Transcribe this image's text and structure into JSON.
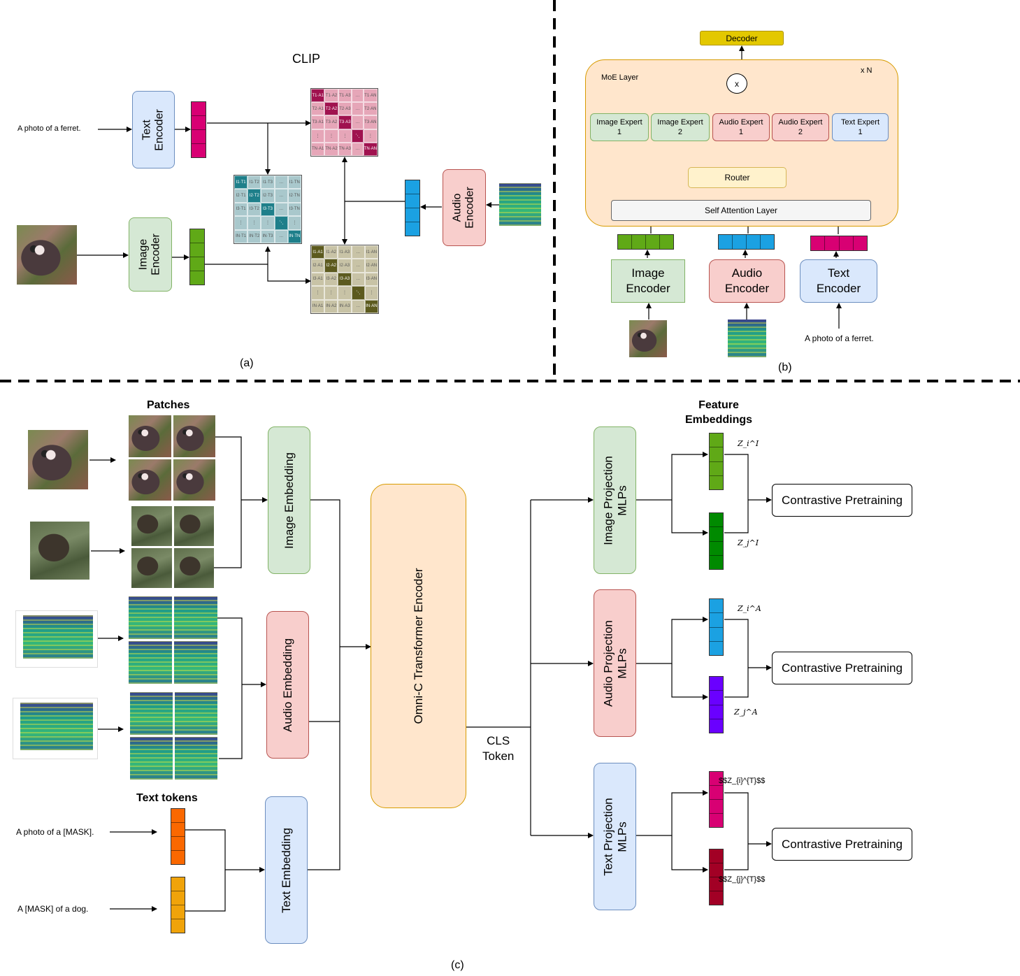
{
  "panel_a": {
    "title": "CLIP",
    "caption": "(a)",
    "text_input": "A photo of a ferret.",
    "text_encoder": "Text\nEncoder",
    "image_encoder": "Image\nEncoder",
    "audio_encoder": "Audio\nEncoder",
    "matrix_ta": [
      [
        "T1·A1",
        "T1·A2",
        "T1·A3",
        "…",
        "T1·AN"
      ],
      [
        "T2·A1",
        "T2·A2",
        "T2·A3",
        "…",
        "T2·AN"
      ],
      [
        "T3·A1",
        "T3·A2",
        "T3·A3",
        "…",
        "T3·AN"
      ],
      [
        "⋮",
        "⋮",
        "⋮",
        "⋱",
        "⋮"
      ],
      [
        "TN·A1",
        "TN·A2",
        "TN·A3",
        "…",
        "TN·AN"
      ]
    ],
    "matrix_it": [
      [
        "I1·T1",
        "I1·T2",
        "I1·T3",
        "…",
        "I1·TN"
      ],
      [
        "I2·T1",
        "I2·T2",
        "I2·T3",
        "…",
        "I2·TN"
      ],
      [
        "I3·T1",
        "I3·T2",
        "I3·T3",
        "…",
        "I3·TN"
      ],
      [
        "⋮",
        "⋮",
        "⋮",
        "⋱",
        "⋮"
      ],
      [
        "IN·T1",
        "IN·T2",
        "IN·T3",
        "…",
        "IN·TN"
      ]
    ],
    "matrix_ia": [
      [
        "I1·A1",
        "I1·A2",
        "I1·A3",
        "…",
        "I1·AN"
      ],
      [
        "I2·A1",
        "I2·A2",
        "I2·A3",
        "…",
        "I2·AN"
      ],
      [
        "I3·A1",
        "I3·A2",
        "I3·A3",
        "…",
        "I3·AN"
      ],
      [
        "⋮",
        "⋮",
        "⋮",
        "⋱",
        "⋮"
      ],
      [
        "IN·A1",
        "IN·A2",
        "IN·A3",
        "…",
        "IN·AN"
      ]
    ]
  },
  "panel_b": {
    "caption": "(b)",
    "decoder": "Decoder",
    "moe_layer": "MoE Layer",
    "repeat": "x N",
    "multiply": "x",
    "experts": [
      "Image Expert\n1",
      "Image Expert\n2",
      "Audio Expert\n1",
      "Audio Expert\n2",
      "Text Expert\n1"
    ],
    "router": "Router",
    "self_attention": "Self Attention Layer",
    "image_encoder": "Image\nEncoder",
    "audio_encoder": "Audio\nEncoder",
    "text_encoder": "Text\nEncoder",
    "text_input": "A photo of a ferret."
  },
  "panel_c": {
    "caption": "(c)",
    "patches_title": "Patches",
    "text_tokens_title": "Text tokens",
    "feature_title": "Feature\nEmbeddings",
    "text_input_1": "A photo of a [MASK].",
    "text_input_2": "A [MASK] of a dog.",
    "image_embedding": "Image Embedding",
    "audio_embedding": "Audio Embedding",
    "text_embedding": "Text Embedding",
    "transformer": "Omni-C Transformer Encoder",
    "cls_token": "CLS\nToken",
    "image_projection": "Image Projection\nMLPs",
    "audio_projection": "Audio Projection\nMLPs",
    "text_projection": "Text Projection\nMLPs",
    "contrastive": [
      "Contrastive Pretraining",
      "Contrastive Pretraining",
      "Contrastive Pretraining"
    ],
    "z_labels": [
      "Z_i^I",
      "Z_j^I",
      "Z_i^A",
      "Z_j^A",
      "$$Z_{i}^{T}$$",
      "$$Z_{j}^{T}$$"
    ]
  },
  "colors": {
    "image_vec": "#60a917",
    "image_vec2": "#008a00",
    "audio_vec": "#1ba1e2",
    "audio_vec2": "#6a00ff",
    "text_vec": "#d80073",
    "text_vec2": "#a20025",
    "token_1": "#fa6800",
    "token_2": "#f0a30a",
    "decoder": "#e3c800"
  }
}
